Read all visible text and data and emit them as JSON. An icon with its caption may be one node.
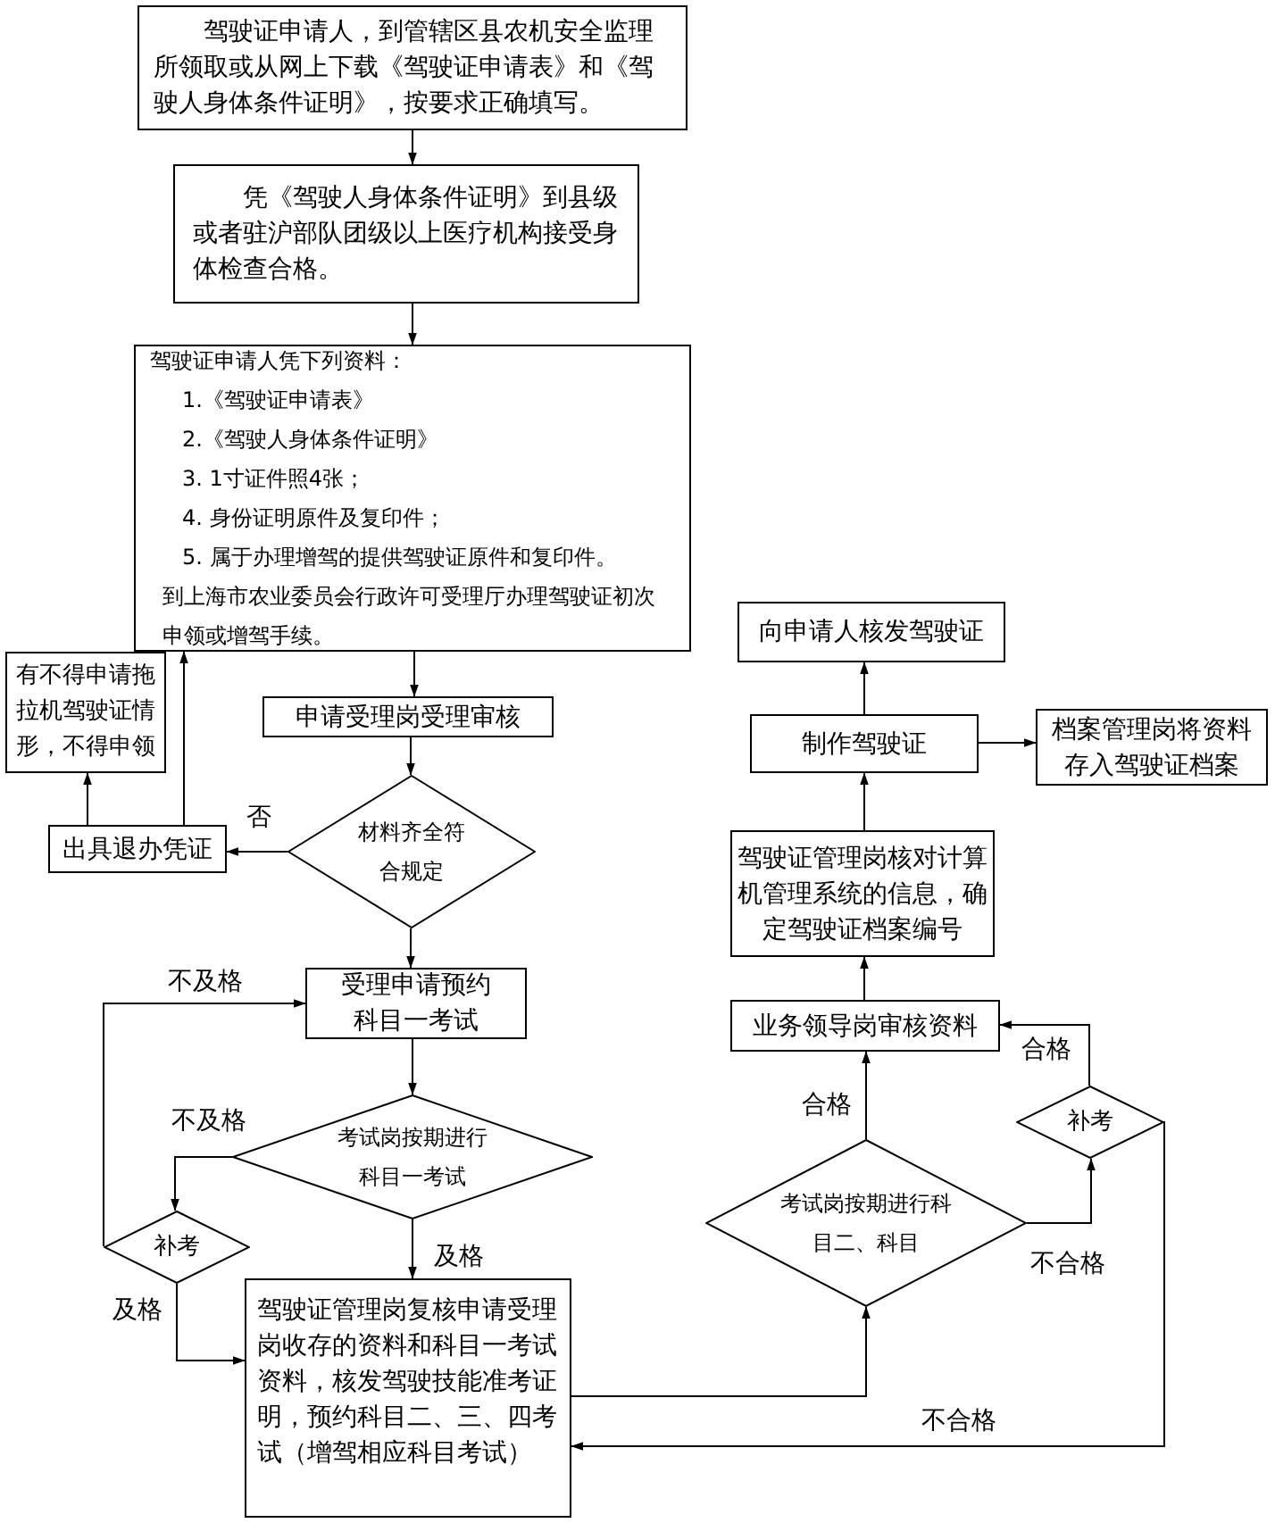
{
  "diagram": {
    "nodes": [
      {
        "text": [
          "驾驶证申请人，到管辖区县农机安全监理所领取或从网上下载《驾驶证申请表》和《驾驶人身体条件证明》，按要求正确填写。"
        ]
      },
      {
        "text": [
          "凭《驾驶人身体条件证明》到县级或者驻沪部队团级以上医疗机构接受身体检查合格。"
        ]
      },
      {
        "text": [
          "驾驶证申请人凭下列资料：",
          "1.《驾驶证申请表》",
          "2.《驾驶人身体条件证明》",
          "3. 1寸证件照4张；",
          "4. 身份证明原件及复印件；",
          "5. 属于办理增驾的提供驾驶证原件和复印件。",
          "到上海市农业委员会行政许可受理厅办理驾驶证初次申领或增驾手续。"
        ]
      },
      {
        "text": [
          "有不得申请拖拉机驾驶证情形，不得申领"
        ]
      },
      {
        "text": [
          "申请受理岗受理审核"
        ]
      },
      {
        "text": [
          "材料齐全符合规定"
        ]
      },
      {
        "text": [
          "出具退办凭证"
        ]
      },
      {
        "text": [
          "受理申请预约科目一考试"
        ]
      },
      {
        "text": [
          "考试岗按期进行科目一考试"
        ]
      },
      {
        "text": [
          "补考"
        ]
      },
      {
        "text": [
          "驾驶证管理岗复核申请受理岗收存的资料和科目一考试资料，核发驾驶技能准考证明，预约科目二、三、四考试（增驾相应科目考试）"
        ]
      },
      {
        "text": [
          "考试岗按期进行科目二、科目"
        ]
      },
      {
        "text": [
          "补考"
        ]
      },
      {
        "text": [
          "业务领导岗审核资料"
        ]
      },
      {
        "text": [
          "驾驶证管理岗核对计算机管理系统的信息，确定驾驶证档案编号"
        ]
      },
      {
        "text": [
          "制作驾驶证"
        ]
      },
      {
        "text": [
          "档案管理岗将资料存入驾驶证档案"
        ]
      },
      {
        "text": [
          "向申请人核发驾驶证"
        ]
      }
    ],
    "edges": [
      {
        "from": 0,
        "to": 1,
        "arrow": "to"
      },
      {
        "from": 1,
        "to": 2,
        "arrow": "to"
      },
      {
        "from": 2,
        "to": 4,
        "arrow": "to"
      },
      {
        "from": 4,
        "to": 5,
        "arrow": "to"
      },
      {
        "from": 5,
        "to": 6,
        "arrow": "to",
        "label": "否"
      },
      {
        "from": 6,
        "to": 3,
        "arrow": "to"
      },
      {
        "from": 6,
        "to": 2,
        "arrow": "to"
      },
      {
        "from": 5,
        "to": 7,
        "arrow": "to"
      },
      {
        "from": 7,
        "to": 8,
        "arrow": "to"
      },
      {
        "from": 8,
        "to": 10,
        "arrow": "to",
        "label": "及格"
      },
      {
        "from": 8,
        "to": 9,
        "arrow": "to",
        "label": "不及格"
      },
      {
        "from": 9,
        "to": 7,
        "arrow": "to",
        "label": "不及格"
      },
      {
        "from": 9,
        "to": 10,
        "arrow": "to",
        "label": "及格"
      },
      {
        "from": 10,
        "to": 11,
        "arrow": "to"
      },
      {
        "from": 11,
        "to": 13,
        "arrow": "to",
        "label": "合格"
      },
      {
        "from": 11,
        "to": 12,
        "arrow": "to",
        "label": "不合格"
      },
      {
        "from": 12,
        "to": 13,
        "arrow": "to",
        "label": "合格"
      },
      {
        "from": 12,
        "to": 10,
        "arrow": "to",
        "label": "不合格"
      },
      {
        "from": 13,
        "to": 14,
        "arrow": "to"
      },
      {
        "from": 14,
        "to": 15,
        "arrow": "to"
      },
      {
        "from": 15,
        "to": 16,
        "arrow": "to"
      },
      {
        "from": 15,
        "to": 17,
        "arrow": "to"
      }
    ]
  }
}
